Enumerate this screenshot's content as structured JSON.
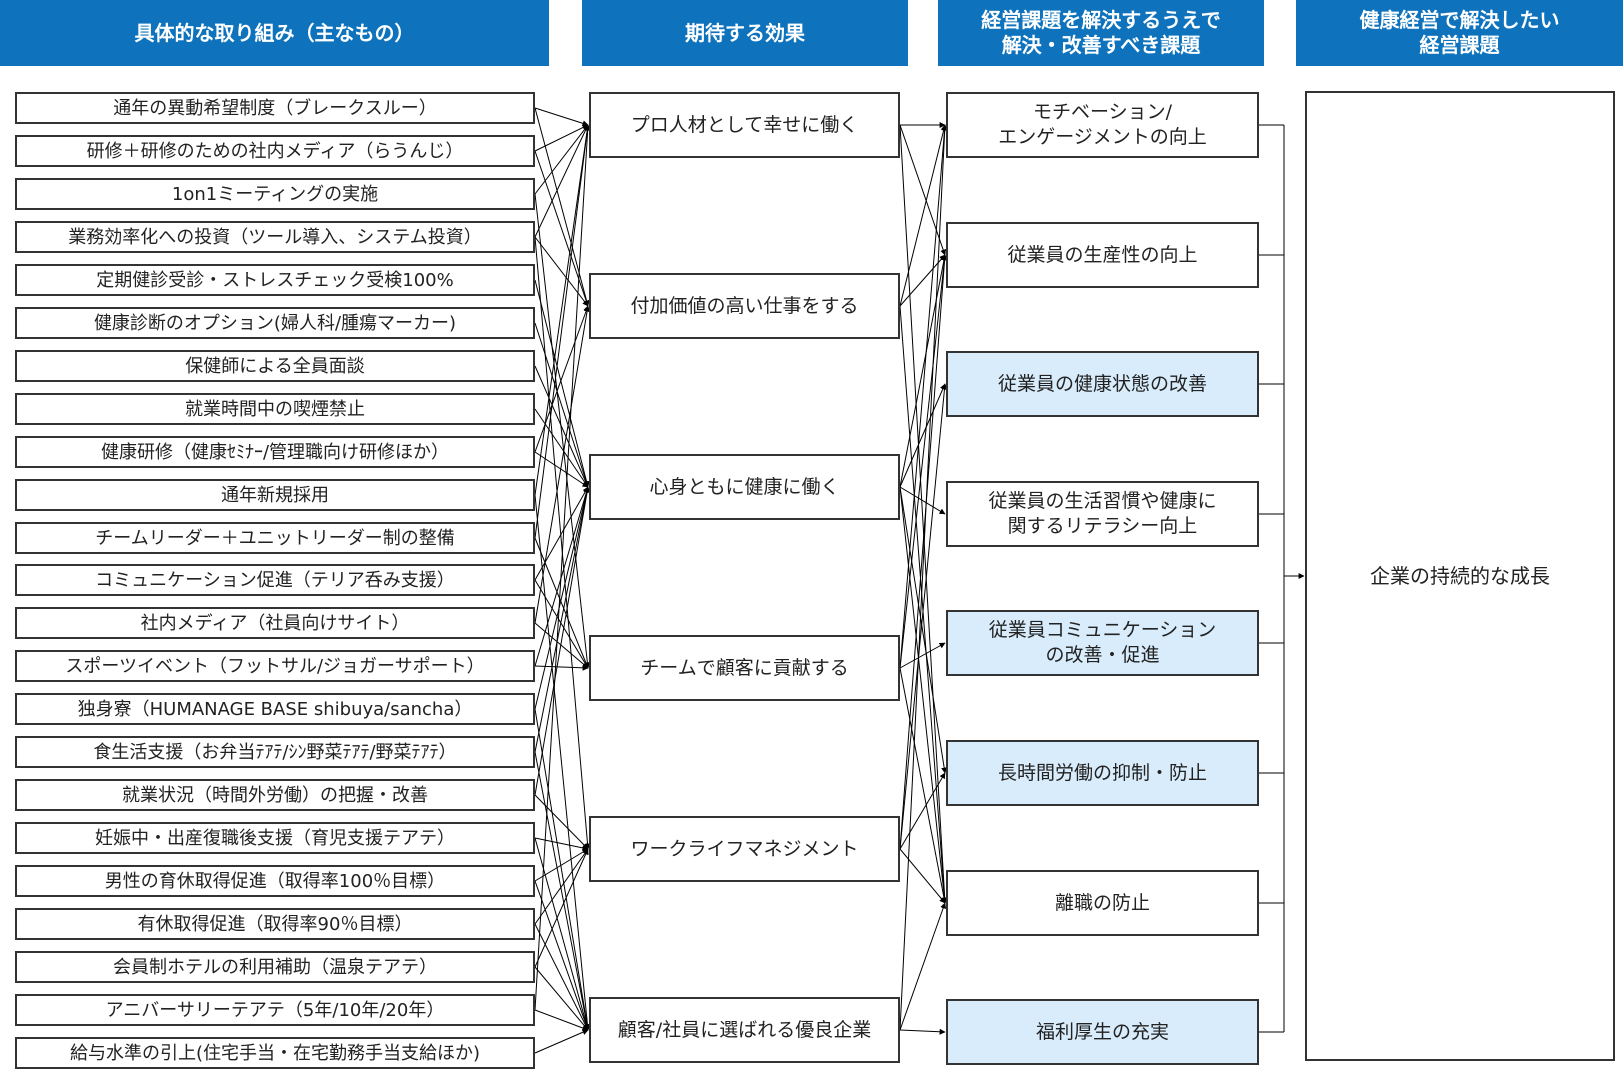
{
  "headers": [
    "具体的な取り組み（主なもの）",
    "期待する効果",
    "経営課題を解決するうえで\n解決・改善すべき課題",
    "健康経営で解決したい\n経営課題"
  ],
  "initiatives": [
    "通年の異動希望制度（ブレークスルー）",
    "研修＋研修のための社内メディア（らうんじ）",
    "1on1ミーティングの実施",
    "業務効率化への投資（ツール導入、システム投資）",
    "定期健診受診・ストレスチェック受検100%",
    "健康診断のオプション(婦人科/腫瘍マーカー)",
    "保健師による全員面談",
    "就業時間中の喫煙禁止",
    "健康研修（健康ｾﾐﾅｰ/管理職向け研修ほか）",
    "通年新規採用",
    "チームリーダー＋ユニットリーダー制の整備",
    "コミュニケーション促進（テリア呑み支援）",
    "社内メディア（社員向けサイト）",
    "スポーツイベント（フットサル/ジョガーサポート）",
    "独身寮（HUMANAGE BASE shibuya/sancha）",
    "食生活支援（お弁当ﾃｱﾃ/ｼﾝ野菜ﾃｱﾃ/野菜ﾃｱﾃ）",
    "就業状況（時間外労働）の把握・改善",
    "妊娠中・出産復職後支援（育児支援テアテ）",
    "男性の育休取得促進（取得率100％目標）",
    "有休取得促進（取得率90％目標）",
    "会員制ホテルの利用補助（温泉テアテ）",
    "アニバーサリーテアテ（5年/10年/20年）",
    "給与水準の引上(住宅手当・在宅勤務手当支給ほか)"
  ],
  "effects": [
    "プロ人材として幸せに働く",
    "付加価値の高い仕事をする",
    "心身ともに健康に働く",
    "チームで顧客に貢献する",
    "ワークライフマネジメント",
    "顧客/社員に選ばれる優良企業"
  ],
  "issues": [
    "モチベーション/\nエンゲージメントの向上",
    "従業員の生産性の向上",
    "従業員の健康状態の改善",
    "従業員の生活習慣や健康に\n関するリテラシー向上",
    "従業員コミュニケーション\nの改善・促進",
    "長時間労働の抑制・防止",
    "離職の防止",
    "福利厚生の充実"
  ],
  "goal": "企業の持続的な成長",
  "colors": {
    "header": "#0e73bc",
    "highlight": "#d8ecfb",
    "border": "#333333"
  },
  "highlighted_issues": [
    2,
    4,
    5,
    7
  ],
  "links_initiative_to_effect": [
    [
      0,
      0
    ],
    [
      0,
      1
    ],
    [
      1,
      0
    ],
    [
      1,
      1
    ],
    [
      2,
      0
    ],
    [
      2,
      3
    ],
    [
      3,
      0
    ],
    [
      3,
      1
    ],
    [
      3,
      4
    ],
    [
      4,
      2
    ],
    [
      5,
      2
    ],
    [
      6,
      2
    ],
    [
      7,
      2
    ],
    [
      8,
      1
    ],
    [
      8,
      2
    ],
    [
      9,
      0
    ],
    [
      9,
      5
    ],
    [
      10,
      0
    ],
    [
      10,
      3
    ],
    [
      11,
      2
    ],
    [
      11,
      3
    ],
    [
      12,
      1
    ],
    [
      12,
      3
    ],
    [
      13,
      2
    ],
    [
      13,
      3
    ],
    [
      14,
      2
    ],
    [
      14,
      5
    ],
    [
      15,
      2
    ],
    [
      15,
      5
    ],
    [
      16,
      2
    ],
    [
      16,
      4
    ],
    [
      17,
      4
    ],
    [
      17,
      5
    ],
    [
      18,
      4
    ],
    [
      18,
      5
    ],
    [
      19,
      4
    ],
    [
      19,
      5
    ],
    [
      20,
      4
    ],
    [
      20,
      5
    ],
    [
      21,
      0
    ],
    [
      21,
      5
    ],
    [
      22,
      5
    ]
  ],
  "links_effect_to_issue": [
    [
      0,
      0
    ],
    [
      0,
      1
    ],
    [
      0,
      6
    ],
    [
      1,
      0
    ],
    [
      1,
      1
    ],
    [
      1,
      6
    ],
    [
      2,
      1
    ],
    [
      2,
      2
    ],
    [
      2,
      3
    ],
    [
      2,
      5
    ],
    [
      2,
      6
    ],
    [
      3,
      0
    ],
    [
      3,
      1
    ],
    [
      3,
      4
    ],
    [
      3,
      6
    ],
    [
      4,
      1
    ],
    [
      4,
      2
    ],
    [
      4,
      5
    ],
    [
      4,
      6
    ],
    [
      5,
      0
    ],
    [
      5,
      6
    ],
    [
      5,
      7
    ]
  ]
}
